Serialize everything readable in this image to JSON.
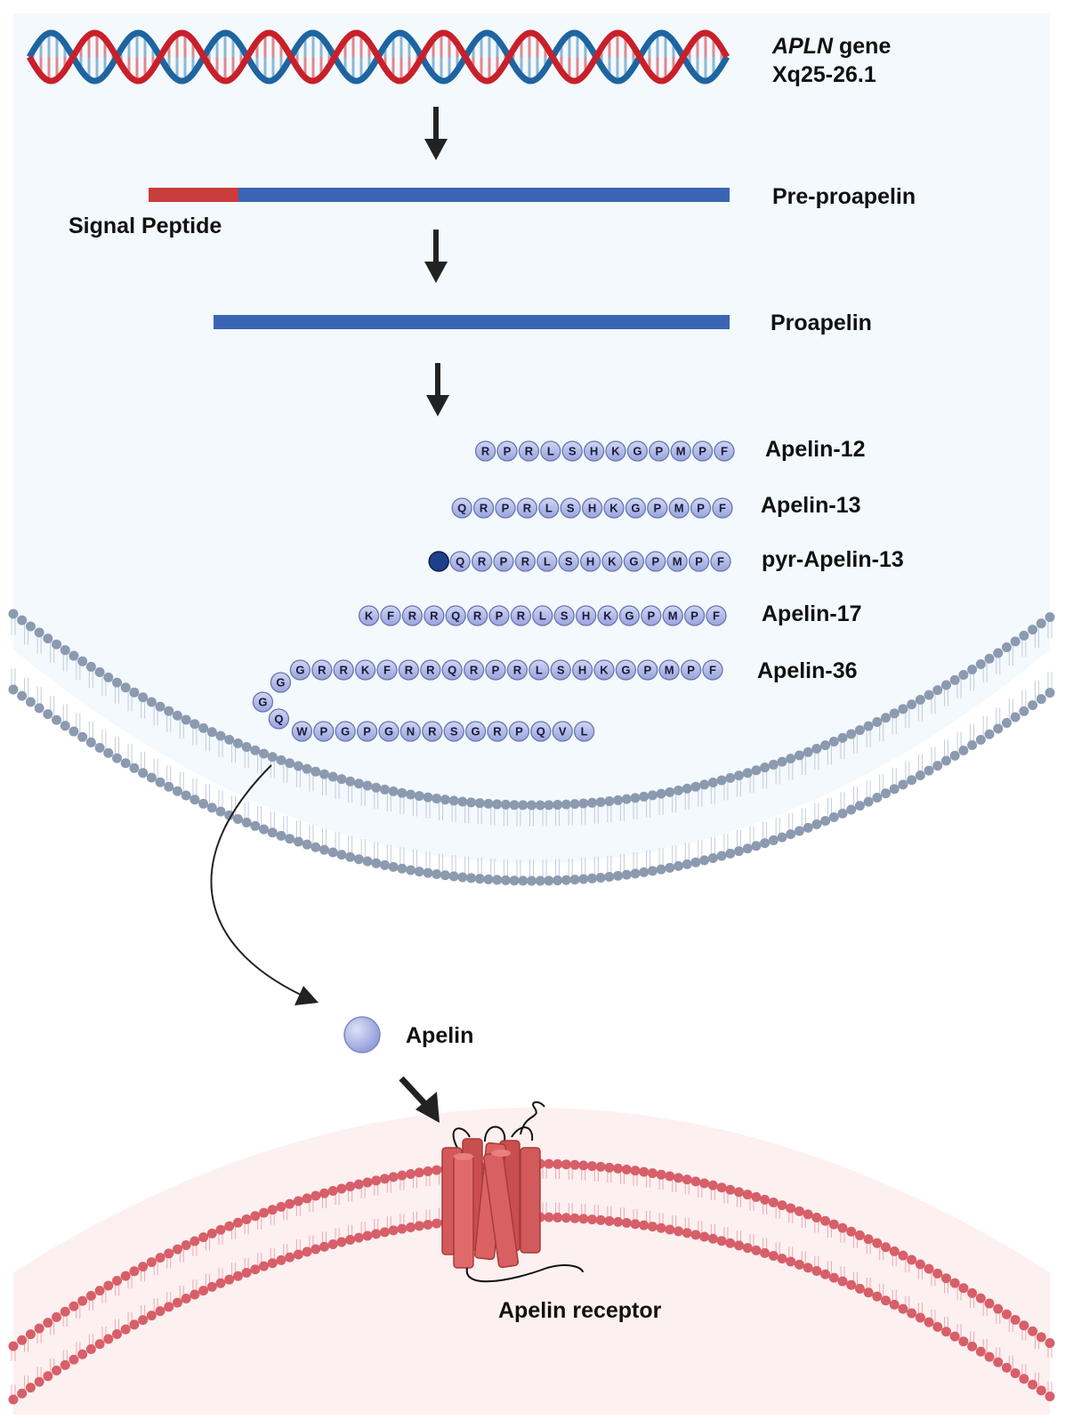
{
  "gene": {
    "name": "APLN",
    "suffix": " gene",
    "locus": "Xq25-26.1"
  },
  "stages": {
    "pre_proapelin": "Pre-proapelin",
    "signal_peptide": "Signal Peptide",
    "proapelin": "Proapelin"
  },
  "peptides": [
    {
      "label": "Apelin-12",
      "seq": [
        "R",
        "P",
        "R",
        "L",
        "S",
        "H",
        "K",
        "G",
        "P",
        "M",
        "P",
        "F"
      ]
    },
    {
      "label": "Apelin-13",
      "seq": [
        "Q",
        "R",
        "P",
        "R",
        "L",
        "S",
        "H",
        "K",
        "G",
        "P",
        "M",
        "P",
        "F"
      ]
    },
    {
      "label": "pyr-Apelin-13",
      "seq": [
        "Q",
        "R",
        "P",
        "R",
        "L",
        "S",
        "H",
        "K",
        "G",
        "P",
        "M",
        "P",
        "F"
      ],
      "pyro_cap": true
    },
    {
      "label": "Apelin-17",
      "seq": [
        "K",
        "F",
        "R",
        "R",
        "Q",
        "R",
        "P",
        "R",
        "L",
        "S",
        "H",
        "K",
        "G",
        "P",
        "M",
        "P",
        "F"
      ]
    },
    {
      "label": "Apelin-36",
      "seq_top": [
        "G",
        "R",
        "R",
        "K",
        "F",
        "R",
        "R",
        "Q",
        "R",
        "P",
        "R",
        "L",
        "S",
        "H",
        "K",
        "G",
        "P",
        "M",
        "P",
        "F"
      ],
      "seq_turn": [
        "G",
        "Q"
      ],
      "seq_bottom": [
        "W",
        "P",
        "G",
        "P",
        "G",
        "N",
        "R",
        "S",
        "G",
        "R",
        "P",
        "Q",
        "V",
        "L"
      ]
    }
  ],
  "apelin": "Apelin",
  "receptor": "Apelin receptor",
  "colors": {
    "dna_red": "#c8202a",
    "dna_blue": "#1e64a0",
    "signal_red": "#c83c3c",
    "bar_blue": "#3a64b4",
    "bead": "#aab4e6",
    "bead_stroke": "#6a74b0",
    "pyro": "#1f3f8a",
    "membrane_gray": "#8c9ab0",
    "membrane_red": "#d75f69",
    "receptor": "#d25a5a",
    "cell_bg": "#f3f9fd",
    "target_bg": "#fdf0f0"
  }
}
